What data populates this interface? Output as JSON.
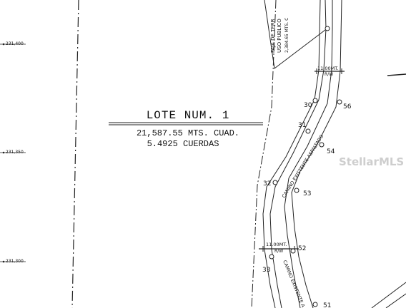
{
  "lot": {
    "title": "LOTE NUM. 1",
    "area_sq": "21,587.55  MTS. CUAD.",
    "area_cuerdas": "5.4925  CUERDAS"
  },
  "grid_labels": [
    "231,400",
    "231,350",
    "231,300"
  ],
  "faja": {
    "line1": "FAJA DE TERR",
    "line2": "USO PUBLICO",
    "line3": "2,384.65 MTS. C"
  },
  "row_widths": {
    "top": "11.00MT.",
    "top_sub": "R/W",
    "bottom": "11.00MT.",
    "bottom_sub": "R/W"
  },
  "road_labels": {
    "upper": "CAMINO EXISTENTE ASFALTADO",
    "lower": "CAMINO EXISTENTE A"
  },
  "points": {
    "p30": "30",
    "p31": "31",
    "p32": "32",
    "p33": "33",
    "p51": "51",
    "p52": "52",
    "p53": "53",
    "p54": "54",
    "p56": "56"
  },
  "watermark": "StellarMLS"
}
